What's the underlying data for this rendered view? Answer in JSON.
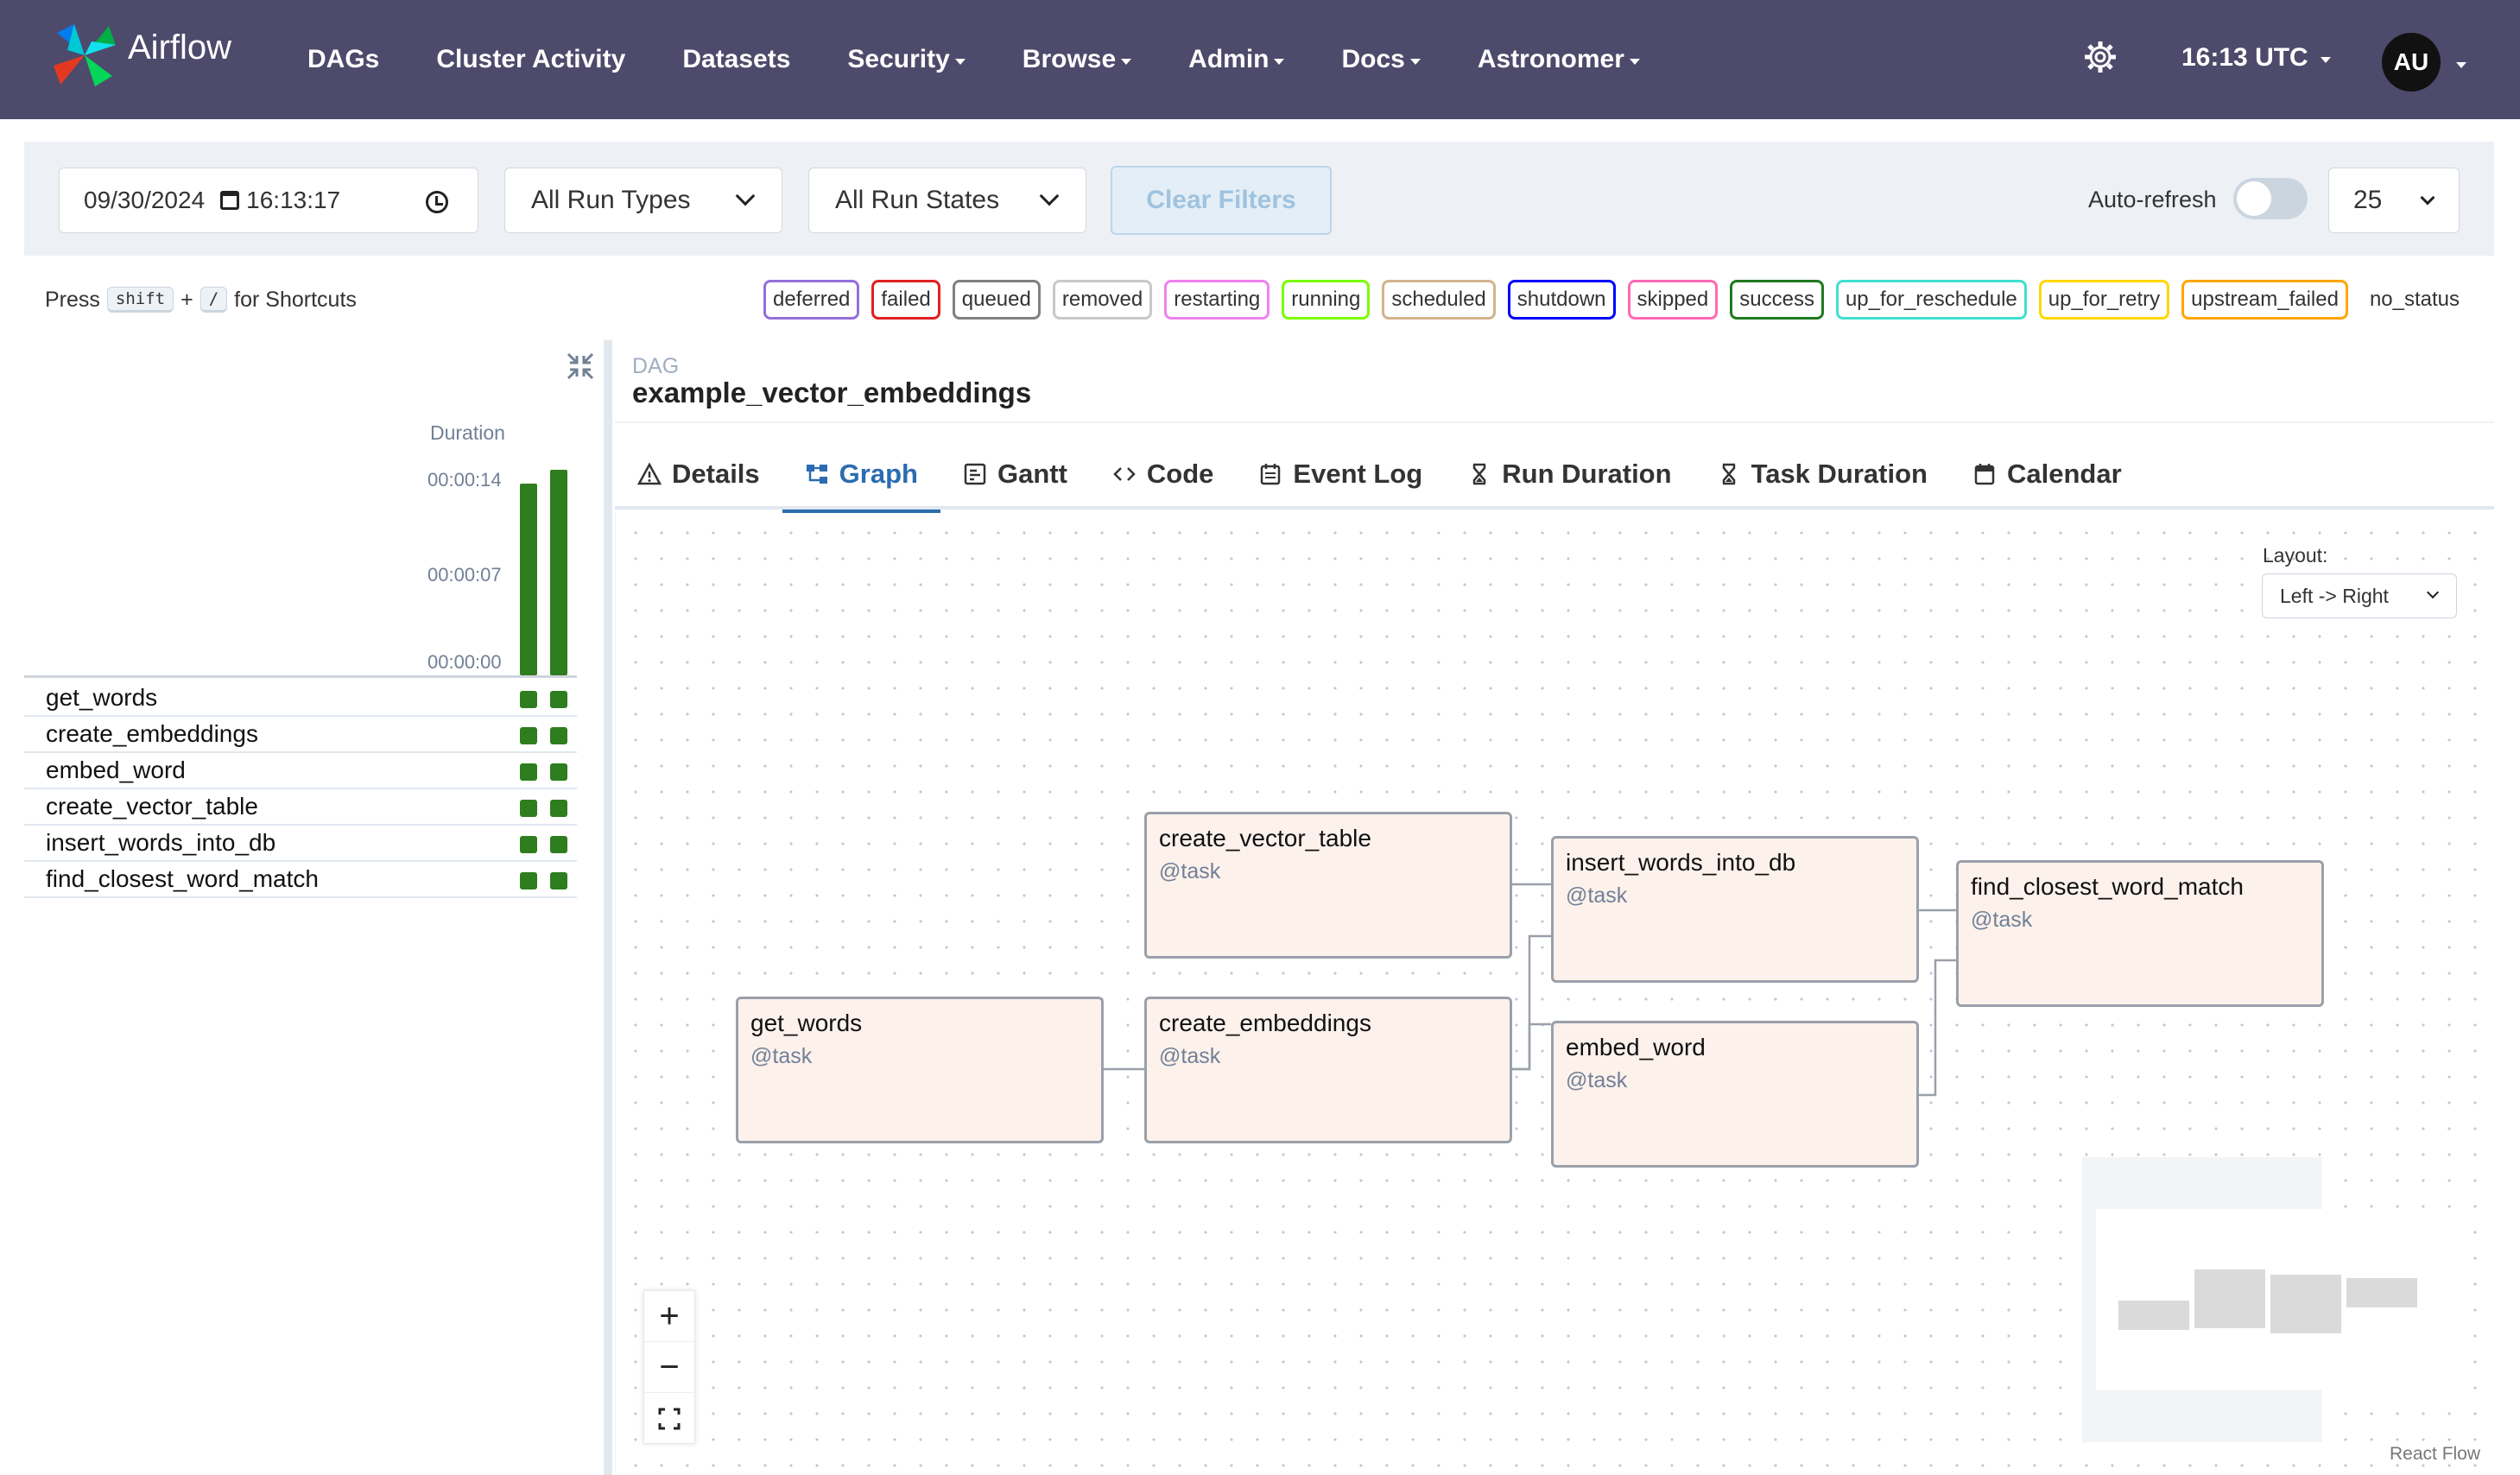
{
  "navbar": {
    "brand": "Airflow",
    "items": [
      {
        "label": "DAGs",
        "dropdown": false
      },
      {
        "label": "Cluster Activity",
        "dropdown": false
      },
      {
        "label": "Datasets",
        "dropdown": false
      },
      {
        "label": "Security",
        "dropdown": true
      },
      {
        "label": "Browse",
        "dropdown": true
      },
      {
        "label": "Admin",
        "dropdown": true
      },
      {
        "label": "Docs",
        "dropdown": true
      },
      {
        "label": "Astronomer",
        "dropdown": true
      }
    ],
    "time": "16:13 UTC",
    "avatar": "AU",
    "bg_color": "#4d4a6b"
  },
  "filters": {
    "date": "09/30/2024",
    "time": "16:13:17",
    "run_types": "All Run Types",
    "run_states": "All Run States",
    "clear_label": "Clear Filters",
    "auto_refresh_label": "Auto-refresh",
    "auto_refresh_on": false,
    "page_size": "25"
  },
  "shortcuts": {
    "prefix": "Press",
    "key1": "shift",
    "plus": "+",
    "key2": "/",
    "suffix": "for Shortcuts"
  },
  "legend": [
    {
      "label": "deferred",
      "color": "#9370db"
    },
    {
      "label": "failed",
      "color": "#e02020"
    },
    {
      "label": "queued",
      "color": "#808080"
    },
    {
      "label": "removed",
      "color": "#c8c8c8"
    },
    {
      "label": "restarting",
      "color": "#ee82ee"
    },
    {
      "label": "running",
      "color": "#7cfc00"
    },
    {
      "label": "scheduled",
      "color": "#d2b48c"
    },
    {
      "label": "shutdown",
      "color": "#0000ff"
    },
    {
      "label": "skipped",
      "color": "#ff69b4"
    },
    {
      "label": "success",
      "color": "#1e7a1e"
    },
    {
      "label": "up_for_reschedule",
      "color": "#40e0d0"
    },
    {
      "label": "up_for_retry",
      "color": "#ffd700"
    },
    {
      "label": "upstream_failed",
      "color": "#ffa500"
    },
    {
      "label": "no_status",
      "color": "transparent"
    }
  ],
  "grid": {
    "duration_label": "Duration",
    "ticks": [
      "00:00:14",
      "00:00:07",
      "00:00:00"
    ],
    "run_durations_sec": [
      13,
      14
    ],
    "tasks": [
      "get_words",
      "create_embeddings",
      "embed_word",
      "create_vector_table",
      "insert_words_into_db",
      "find_closest_word_match"
    ],
    "task_status_color": "#2e7d1e"
  },
  "dag": {
    "label": "DAG",
    "id": "example_vector_embeddings"
  },
  "tabs": [
    {
      "label": "Details",
      "icon": "warning-triangle-icon",
      "active": false
    },
    {
      "label": "Graph",
      "icon": "graph-icon",
      "active": true
    },
    {
      "label": "Gantt",
      "icon": "gantt-icon",
      "active": false
    },
    {
      "label": "Code",
      "icon": "code-icon",
      "active": false
    },
    {
      "label": "Event Log",
      "icon": "event-log-icon",
      "active": false
    },
    {
      "label": "Run Duration",
      "icon": "hourglass-icon",
      "active": false
    },
    {
      "label": "Task Duration",
      "icon": "hourglass-icon",
      "active": false
    },
    {
      "label": "Calendar",
      "icon": "calendar-icon",
      "active": false
    }
  ],
  "graph": {
    "layout_label": "Layout:",
    "layout_value": "Left -> Right",
    "nodes": [
      {
        "name": "create_vector_table",
        "type": "@task"
      },
      {
        "name": "insert_words_into_db",
        "type": "@task"
      },
      {
        "name": "find_closest_word_match",
        "type": "@task"
      },
      {
        "name": "get_words",
        "type": "@task"
      },
      {
        "name": "create_embeddings",
        "type": "@task"
      },
      {
        "name": "embed_word",
        "type": "@task"
      }
    ],
    "node_fill": "#fdf1ec",
    "attribution": "React Flow"
  }
}
